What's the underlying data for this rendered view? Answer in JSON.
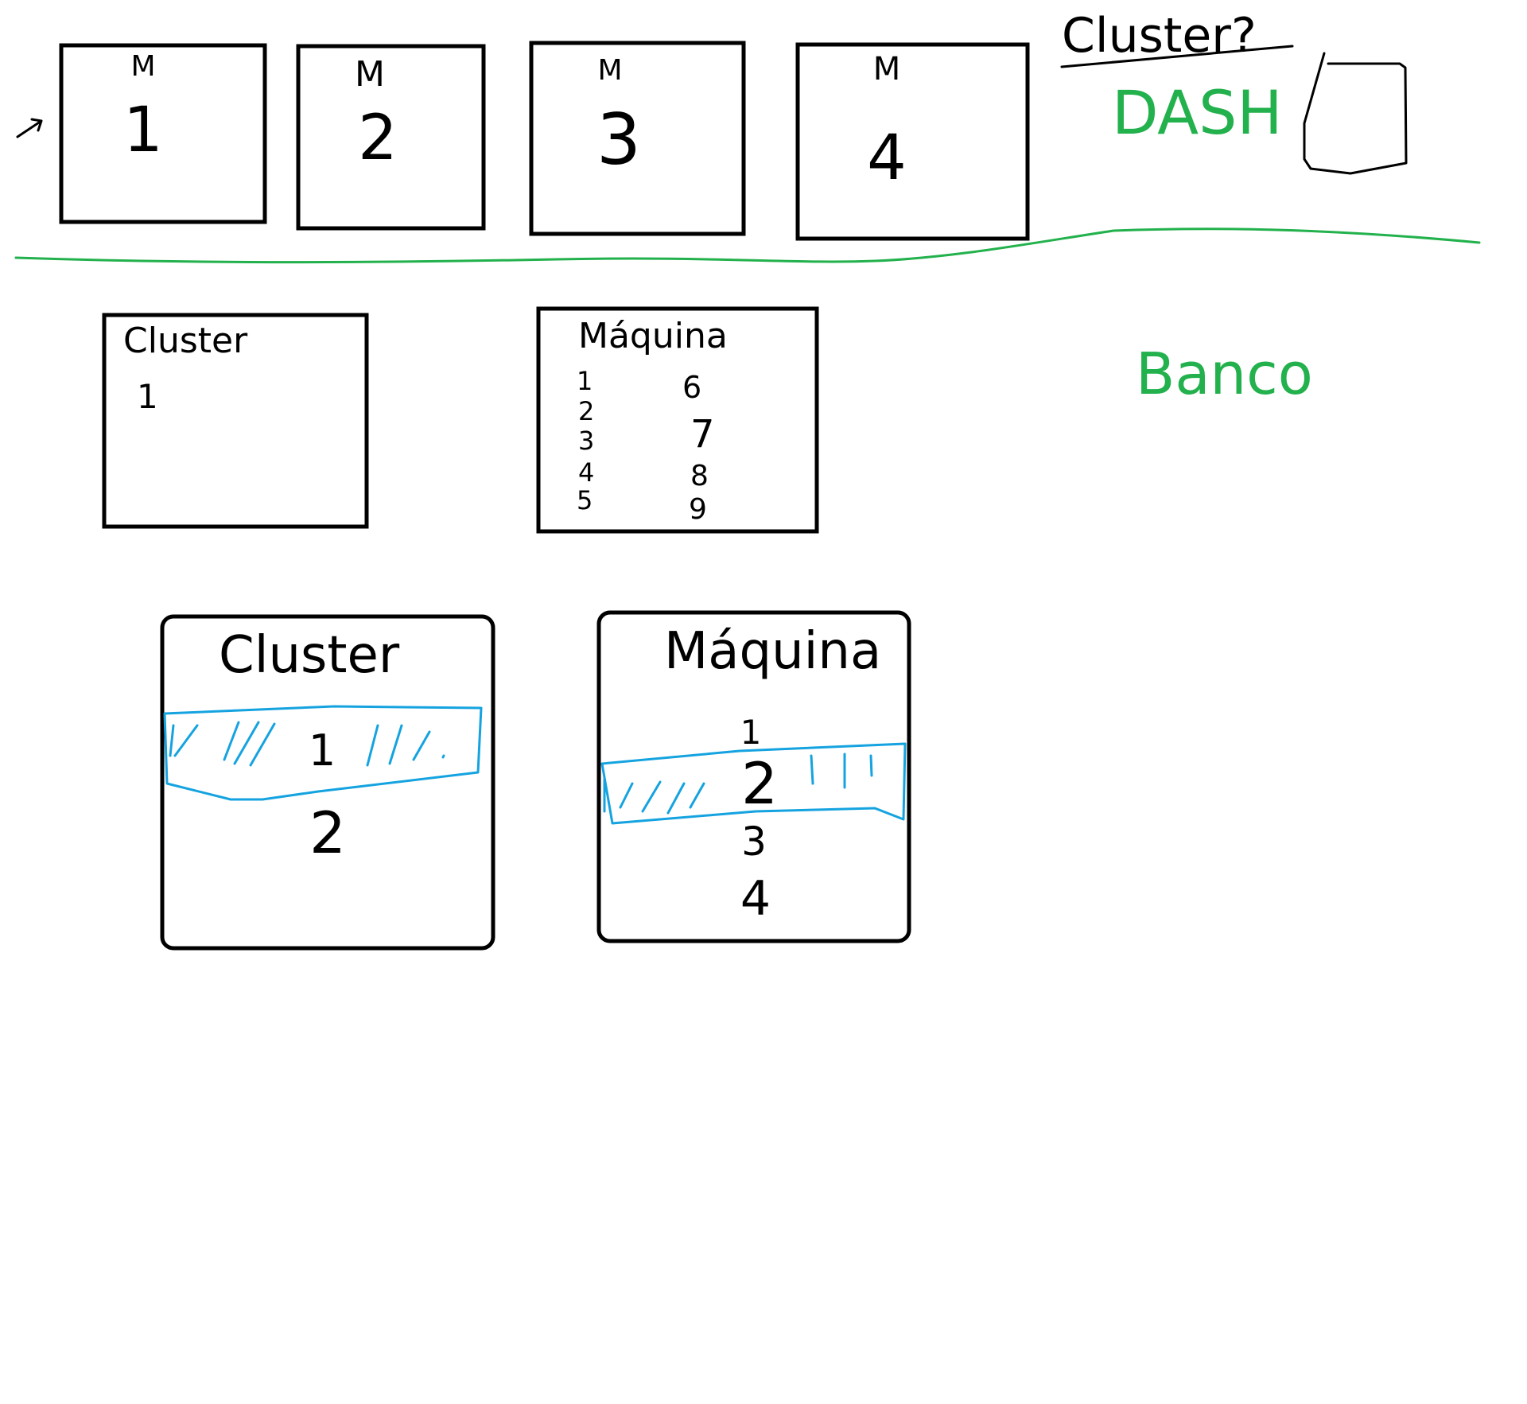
{
  "top_row": {
    "machine_prefix": "M",
    "machines": [
      "1",
      "2",
      "3",
      "4"
    ],
    "arrow_glyph": "→"
  },
  "question": {
    "label": "Cluster?"
  },
  "dash_label": "DASH",
  "banco_label": "Banco",
  "wireframe_a": {
    "cluster_panel": {
      "title": "Cluster",
      "items": [
        "1"
      ]
    },
    "machine_panel": {
      "title": "Máquina",
      "col1": [
        "1",
        "2",
        "3",
        "4",
        "5"
      ],
      "col2": [
        "6",
        "7",
        "8",
        "9"
      ]
    }
  },
  "wireframe_b": {
    "cluster_panel": {
      "title": "Cluster",
      "items": [
        "1",
        "2"
      ],
      "selected": "1"
    },
    "machine_panel": {
      "title": "Máquina",
      "items": [
        "1",
        "2",
        "3",
        "4"
      ],
      "selected": "2"
    }
  },
  "colors": {
    "ink": "#000000",
    "green": "#22b14c",
    "highlight": "#15a3e0"
  }
}
